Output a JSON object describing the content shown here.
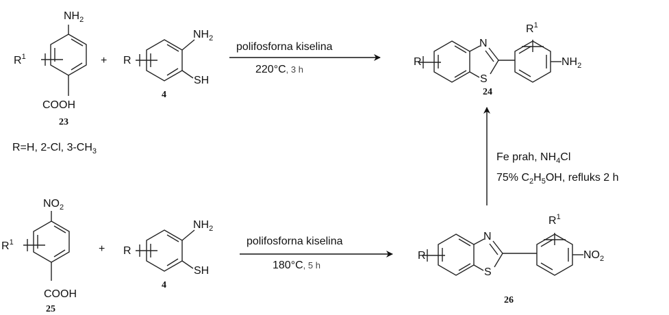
{
  "reactions": [
    {
      "reactant1": {
        "number": "23",
        "top_group": "NH",
        "top_group_sub": "2",
        "substituent": "R",
        "substituent_sup": "1",
        "bottom_group": "COOH"
      },
      "plus": "+",
      "reactant2": {
        "number": "4",
        "substituent": "R",
        "group1": "NH",
        "group1_sub": "2",
        "group2": "SH"
      },
      "conditions_top": "polifosforna kiselina",
      "conditions_bottom_main": "220°C",
      "conditions_bottom_rest": ", 3 h"
    },
    {
      "reactant1": {
        "number": "25",
        "top_group": "NO",
        "top_group_sub": "2",
        "substituent": "R",
        "substituent_sup": "1",
        "bottom_group": "COOH"
      },
      "plus": "+",
      "reactant2": {
        "number": "4",
        "substituent": "R",
        "group1": "NH",
        "group1_sub": "2",
        "group2": "SH"
      },
      "conditions_top": "polifosforna kiselina",
      "conditions_bottom_main": "180°C",
      "conditions_bottom_rest": ", 5 h"
    }
  ],
  "substituent_note": {
    "text": "R=H, 2-Cl, 3-CH",
    "sub": "3"
  },
  "product_24": {
    "number": "24",
    "substituent": "R",
    "substituent2": "R",
    "substituent2_sup": "1",
    "n_atom": "N",
    "s_atom": "S",
    "group": "NH",
    "group_sub": "2"
  },
  "product_26": {
    "number": "26",
    "substituent": "R",
    "substituent2": "R",
    "substituent2_sup": "1",
    "n_atom": "N",
    "s_atom": "S",
    "group": "NO",
    "group_sub": "2"
  },
  "reduction": {
    "line1_a": "Fe prah, NH",
    "line1_sub": "4",
    "line1_b": "Cl",
    "line2_a": "75% C",
    "line2_sub1": "2",
    "line2_b": "H",
    "line2_sub2": "5",
    "line2_c": "OH, refluks 2 h"
  }
}
